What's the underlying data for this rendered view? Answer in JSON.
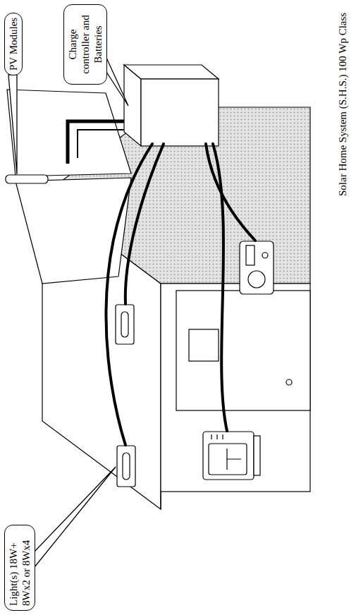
{
  "diagram": {
    "title": "Solar Home System (S.H.S.) 100 Wp Class",
    "nodes": [
      {
        "text": [
          "PV Modules"
        ]
      },
      {
        "text": [
          "Charge controller and Batteries"
        ]
      },
      {
        "text": [
          "Light(s) 18W+ 8Wx2 or 8Wx4"
        ]
      }
    ]
  }
}
